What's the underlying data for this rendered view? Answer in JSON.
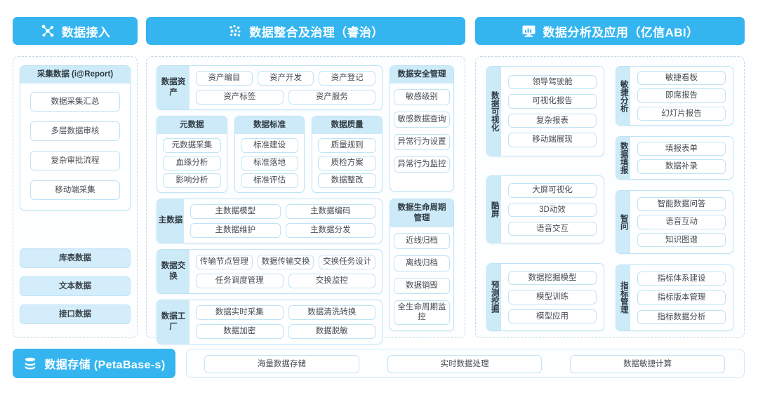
{
  "headers": {
    "ingest": {
      "label": "数据接入",
      "icon": "network-nodes-icon"
    },
    "govern": {
      "label": "数据整合及治理（睿治）",
      "icon": "data-dots-icon"
    },
    "analyze": {
      "label": "数据分析及应用（亿信ABI）",
      "icon": "monitor-chart-icon"
    },
    "storage": {
      "label": "数据存储 (PetaBase-s)",
      "icon": "database-icon"
    }
  },
  "colors": {
    "accent": "#35b5ef",
    "card_header": "#cdeaf9",
    "border": "#bfe3f7",
    "zone_border": "#c3d7e4"
  },
  "left": {
    "collect_card": {
      "title": "采集数据 (i@Report)",
      "items": [
        "数据采集汇总",
        "多层数据审核",
        "复杂审批流程",
        "移动端采集"
      ]
    },
    "sources": [
      "库表数据",
      "文本数据",
      "接口数据"
    ]
  },
  "middle": {
    "groups": [
      {
        "label": "数据资产",
        "rows": [
          [
            "资产编目",
            "资产开发",
            "资产登记"
          ],
          [
            "资产标签",
            "资产服务"
          ]
        ]
      },
      {
        "label": "主数据",
        "rows": [
          [
            "主数据模型",
            "主数据编码"
          ],
          [
            "主数据维护",
            "主数据分发"
          ]
        ]
      },
      {
        "label": "数据交换",
        "rows": [
          [
            "传输节点管理",
            "数据传输交换",
            "交换任务设计"
          ],
          [
            "任务调度管理",
            "交换监控"
          ]
        ]
      },
      {
        "label": "数据工厂",
        "rows": [
          [
            "数据实时采集",
            "数据清洗转换"
          ],
          [
            "数据加密",
            "数据脱敏"
          ]
        ]
      }
    ],
    "trio": [
      {
        "title": "元数据",
        "items": [
          "元数据采集",
          "血缘分析",
          "影响分析"
        ]
      },
      {
        "title": "数据标准",
        "items": [
          "标准建设",
          "标准落地",
          "标准评估"
        ]
      },
      {
        "title": "数据质量",
        "items": [
          "质量规则",
          "质检方案",
          "数据整改"
        ]
      }
    ],
    "side_cards": [
      {
        "title": "数据安全管理",
        "items": [
          "敏感级别",
          "敏感数据查询",
          "异常行为设置",
          "异常行为监控"
        ]
      },
      {
        "title": "数据生命周期管理",
        "items": [
          "近线归档",
          "离线归档",
          "数据销毁",
          "全生命周期监控"
        ]
      }
    ]
  },
  "right": {
    "column_a": [
      {
        "label": "数据可视化",
        "items": [
          "领导驾驶舱",
          "可视化报告",
          "复杂报表",
          "移动端展现"
        ]
      },
      {
        "label": "酷屏",
        "items": [
          "大屏可视化",
          "3D动效",
          "语音交互"
        ]
      },
      {
        "label": "预测挖掘",
        "items": [
          "数据挖掘模型",
          "模型训练",
          "模型应用"
        ]
      }
    ],
    "column_b": [
      {
        "label": "敏捷分析",
        "items": [
          "敏捷看板",
          "即席报告",
          "幻灯片报告"
        ]
      },
      {
        "label": "数据填报",
        "items": [
          "填报表单",
          "数据补录"
        ]
      },
      {
        "label": "智问",
        "items": [
          "智能数据问答",
          "语音互动",
          "知识图谱"
        ]
      },
      {
        "label": "指标管理",
        "items": [
          "指标体系建设",
          "指标版本管理",
          "指标数据分析"
        ]
      }
    ]
  },
  "bottom": {
    "items": [
      "海量数据存储",
      "实时数据处理",
      "数据敏捷计算"
    ]
  }
}
